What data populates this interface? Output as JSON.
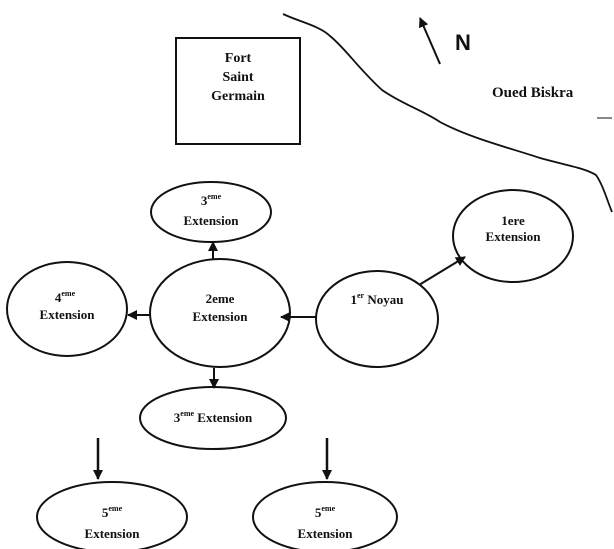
{
  "north": {
    "label": "N"
  },
  "river": {
    "label": "Oued Biskra"
  },
  "fort": {
    "lines": [
      "Fort",
      "Saint",
      "Germain"
    ]
  },
  "nodes": {
    "noyau": {
      "base": "1",
      "sup": "er",
      "rest": " Noyau"
    },
    "ext1": {
      "line1": "1ere",
      "line2": "Extension"
    },
    "ext2": {
      "line1": "2eme",
      "line2": "Extension"
    },
    "ext3_top": {
      "base": "3",
      "sup": "eme",
      "line2": "Extension"
    },
    "ext3_bottom": {
      "base": "3",
      "sup": "eme",
      "rest": " Extension"
    },
    "ext4": {
      "base": "4",
      "sup": "eme",
      "line2": "Extension"
    },
    "ext5_left": {
      "base": "5",
      "sup": "eme",
      "line2": "Extension"
    },
    "ext5_right": {
      "base": "5",
      "sup": "eme",
      "line2": "Extension"
    }
  },
  "colors": {
    "stroke": "#111111",
    "background": "#ffffff"
  }
}
